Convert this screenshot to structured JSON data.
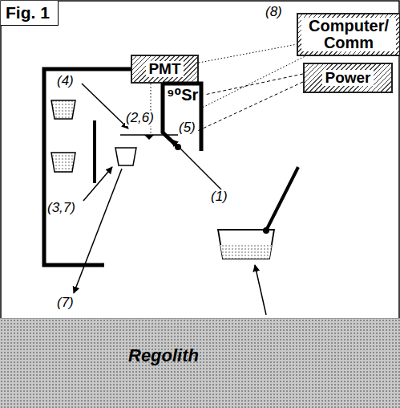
{
  "diagram": {
    "title": "Fig. 1",
    "nodes": [
      {
        "text": [
          "Computer/ Comm"
        ]
      },
      {
        "text": [
          "Power"
        ]
      },
      {
        "text": [
          "PMT"
        ]
      },
      {
        "text": [
          "⁹⁰Sr"
        ]
      },
      {
        "text": [
          "Regolith"
        ]
      }
    ],
    "edges": [
      {
        "from": 2,
        "to": 0,
        "arrow": "none"
      },
      {
        "from": 3,
        "to": 0,
        "arrow": "none"
      }
    ],
    "labels": [
      "(8)",
      "(4)",
      "(2,6)",
      "(5)",
      "(3,7)",
      "(1)",
      "(7)"
    ]
  }
}
